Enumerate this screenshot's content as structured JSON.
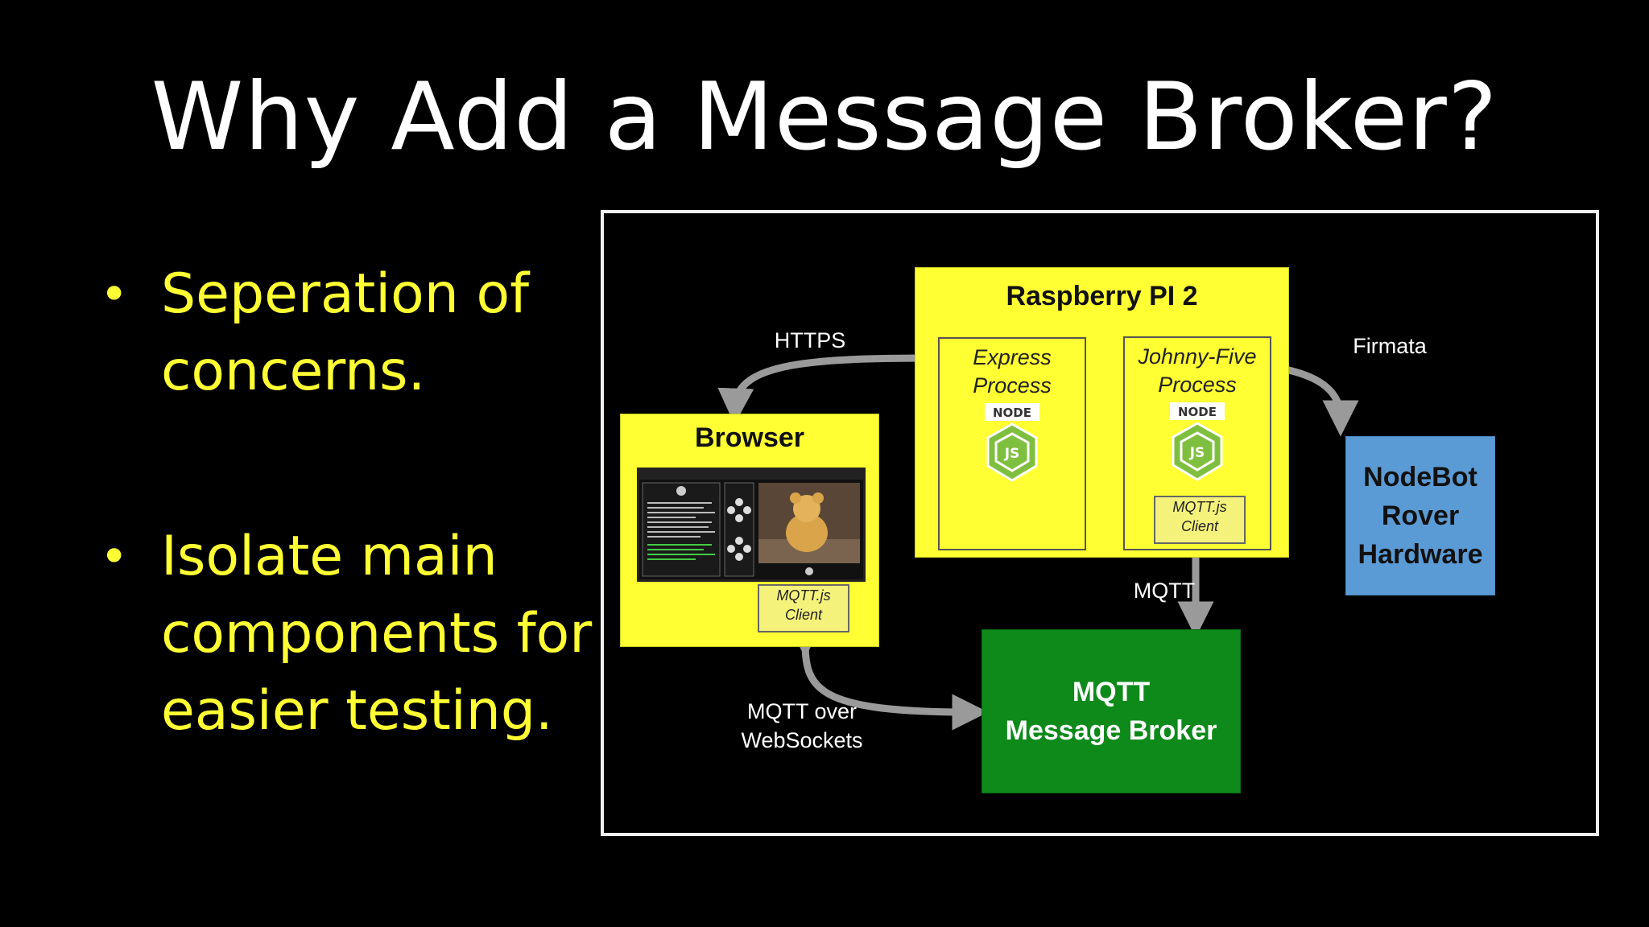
{
  "slide": {
    "title": "Why Add a Message Broker?",
    "bullets": [
      {
        "symbol": "•",
        "text": "Seperation of\nconcerns."
      },
      {
        "symbol": "•",
        "text": "Isolate main\ncomponents for\neasier testing."
      }
    ]
  },
  "diagram": {
    "raspberry": {
      "title": "Raspberry PI 2",
      "express": "Express\nProcess",
      "johnny": "Johnny-Five\nProcess",
      "node_logo_text": "NODE",
      "client": "MQTT.js\nClient"
    },
    "browser": {
      "title": "Browser",
      "client": "MQTT.js\nClient",
      "screenshot_icon": "web-app-screenshot-icon"
    },
    "nodebot": "NodeBot\nRover\nHardware",
    "broker": "MQTT\nMessage Broker",
    "labels": {
      "https": "HTTPS",
      "firmata": "Firmata",
      "mqtt": "MQTT",
      "websockets": "MQTT over\nWebSockets"
    }
  },
  "colors": {
    "background": "#000000",
    "bullet_text": "#ffff33",
    "yellow_box": "#ffff33",
    "nodebot_box": "#5b9bd5",
    "broker_box": "#0e8a1b",
    "arrow": "#9a9a9a"
  }
}
